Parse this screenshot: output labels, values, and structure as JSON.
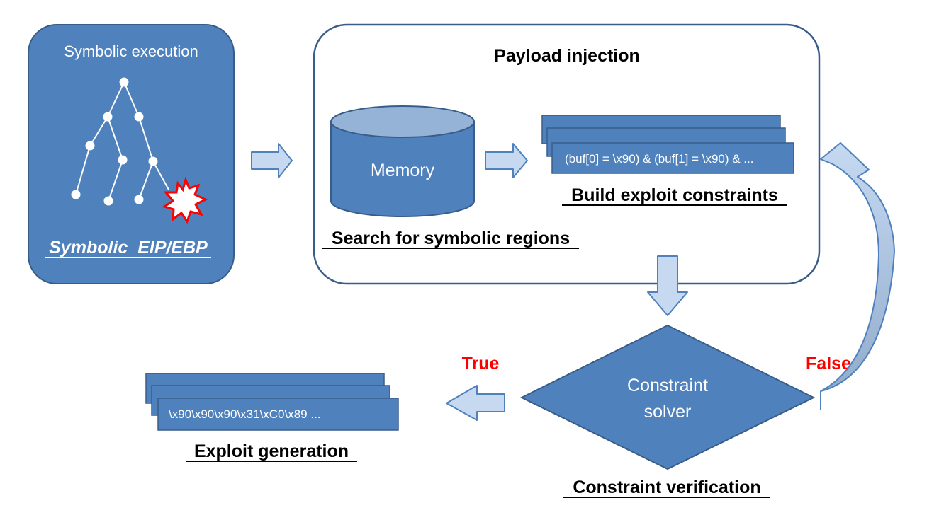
{
  "symbolic_panel": {
    "title": "Symbolic execution",
    "caption": "Symbolic  EIP/EBP"
  },
  "payload_panel": {
    "title": "Payload injection",
    "memory_label": "Memory",
    "memory_caption": "Search for symbolic regions",
    "constraints_text": "(buf[0] = \\x90) & (buf[1] = \\x90) & ...",
    "constraints_caption": "Build exploit constraints"
  },
  "solver": {
    "line1": "Constraint",
    "line2": "solver",
    "caption": "Constraint verification",
    "true_label": "True",
    "false_label": "False"
  },
  "exploit": {
    "bytes_text": "\\x90\\x90\\x90\\x31\\xC0\\x89 ...",
    "caption": "Exploit generation"
  },
  "colors": {
    "box_fill": "#4f81bd",
    "box_stroke": "#385d8a",
    "arrow_fill": "#c6d9f1",
    "arrow_stroke": "#4f81bd",
    "cylinder_top": "#95b3d7",
    "loop_arrow_dark": "#8ea9c9",
    "label_red": "#ff0000",
    "explosion_red": "#ff0000",
    "text_white": "#ffffff",
    "text_black": "#000000"
  }
}
